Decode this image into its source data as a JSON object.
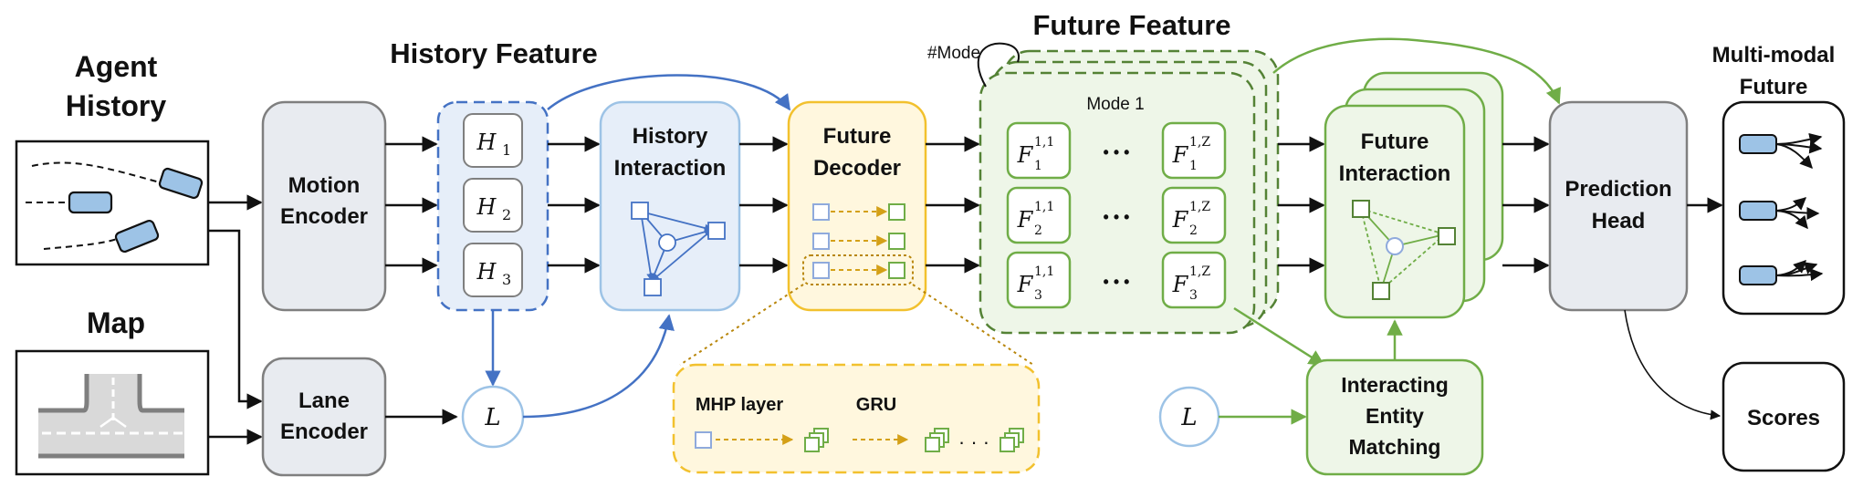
{
  "sections": {
    "agent_history": [
      "Agent",
      "History"
    ],
    "map": "Map",
    "history_feature": "History Feature",
    "future_feature": "Future Feature",
    "multimodal_future": [
      "Multi-modal",
      "Future"
    ],
    "mode_loop": "#Mode",
    "mode_label": "Mode 1"
  },
  "modules": {
    "motion_encoder": [
      "Motion",
      "Encoder"
    ],
    "lane_encoder": [
      "Lane",
      "Encoder"
    ],
    "history_interaction": [
      "History",
      "Interaction"
    ],
    "future_decoder": [
      "Future",
      "Decoder"
    ],
    "future_interaction": [
      "Future",
      "Interaction"
    ],
    "interacting_entity_matching": [
      "Interacting",
      "Entity",
      "Matching"
    ],
    "prediction_head": [
      "Prediction",
      "Head"
    ],
    "scores": "Scores"
  },
  "history_tokens": [
    {
      "sym": "H",
      "sub": "1"
    },
    {
      "sym": "H",
      "sub": "2"
    },
    {
      "sym": "H",
      "sub": "3"
    }
  ],
  "lane_token": "L",
  "future_tokens": [
    {
      "left": {
        "sym": "F",
        "sub": "1",
        "sup": "1,1"
      },
      "right": {
        "sym": "F",
        "sub": "1",
        "sup": "1,Z"
      }
    },
    {
      "left": {
        "sym": "F",
        "sub": "2",
        "sup": "1,1"
      },
      "right": {
        "sym": "F",
        "sub": "2",
        "sup": "1,Z"
      }
    },
    {
      "left": {
        "sym": "F",
        "sub": "3",
        "sup": "1,1"
      },
      "right": {
        "sym": "F",
        "sub": "3",
        "sup": "1,Z"
      }
    }
  ],
  "ellipsis": "• • •",
  "decoder_detail": {
    "mhp_layer": "MHP layer",
    "gru": "GRU",
    "dots": "· · ·"
  },
  "colors": {
    "blue": "#4472c4",
    "blue_fill": "#e6eef9",
    "green": "#70ad47",
    "green_dark": "#548235",
    "green_fill": "#eef6e8",
    "yellow": "#f2c12e",
    "yellow_fill": "#fff7de",
    "gray_fill": "#e8ebf0",
    "gray_stroke": "#7f7f7f",
    "agent_fill": "#9dc3e6"
  }
}
